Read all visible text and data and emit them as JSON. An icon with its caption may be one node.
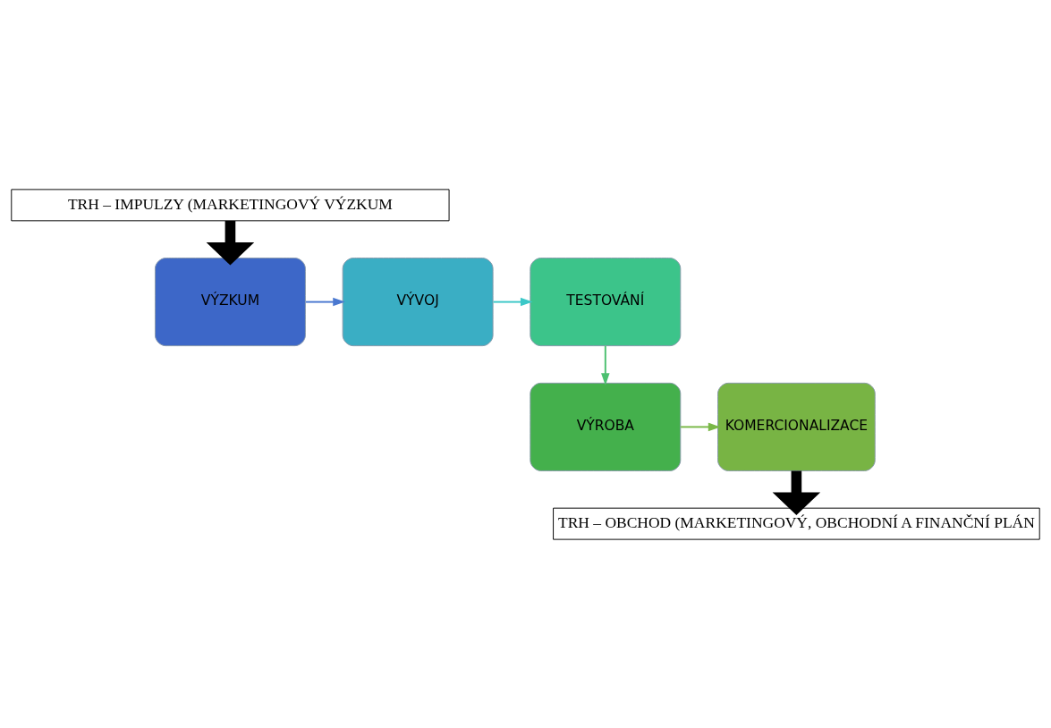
{
  "diagram": {
    "nodes": [
      {
        "text": [
          "TRH – IMPULZY (MARKETINGOVÝ VÝZKUM"
        ]
      },
      {
        "text": [
          "VÝZKUM"
        ]
      },
      {
        "text": [
          "VÝVOJ"
        ]
      },
      {
        "text": [
          "TESTOVÁNÍ"
        ]
      },
      {
        "text": [
          "VÝROBA"
        ]
      },
      {
        "text": [
          "KOMERCIONALIZACE"
        ]
      },
      {
        "text": [
          "TRH – OBCHOD (MARKETINGOVÝ, OBCHODNÍ A FINANČNÍ PLÁN"
        ]
      }
    ],
    "edges": [
      {
        "from": 0,
        "to": 1,
        "arrow": "to",
        "style": "thick",
        "color": "#000000"
      },
      {
        "from": 1,
        "to": 2,
        "arrow": "to",
        "color": "#4a78d0"
      },
      {
        "from": 2,
        "to": 3,
        "arrow": "to",
        "color": "#3cc8c8"
      },
      {
        "from": 3,
        "to": 4,
        "arrow": "to",
        "color": "#4cc070"
      },
      {
        "from": 4,
        "to": 5,
        "arrow": "to",
        "color": "#7ab848"
      },
      {
        "from": 5,
        "to": 6,
        "arrow": "to",
        "style": "thick",
        "color": "#000000"
      }
    ]
  }
}
